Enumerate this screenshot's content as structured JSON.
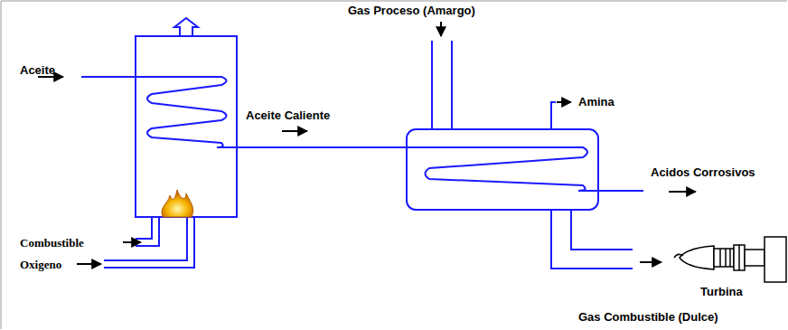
{
  "diagram": {
    "labels": [
      "Gas Proceso (Amargo)",
      "Aceite",
      "Amina",
      "Aceite Caliente",
      "Acidos Corrosivos",
      "Combustible",
      "Oxigeno",
      "Turbina",
      "Gas Combustible (Dulce)"
    ]
  }
}
